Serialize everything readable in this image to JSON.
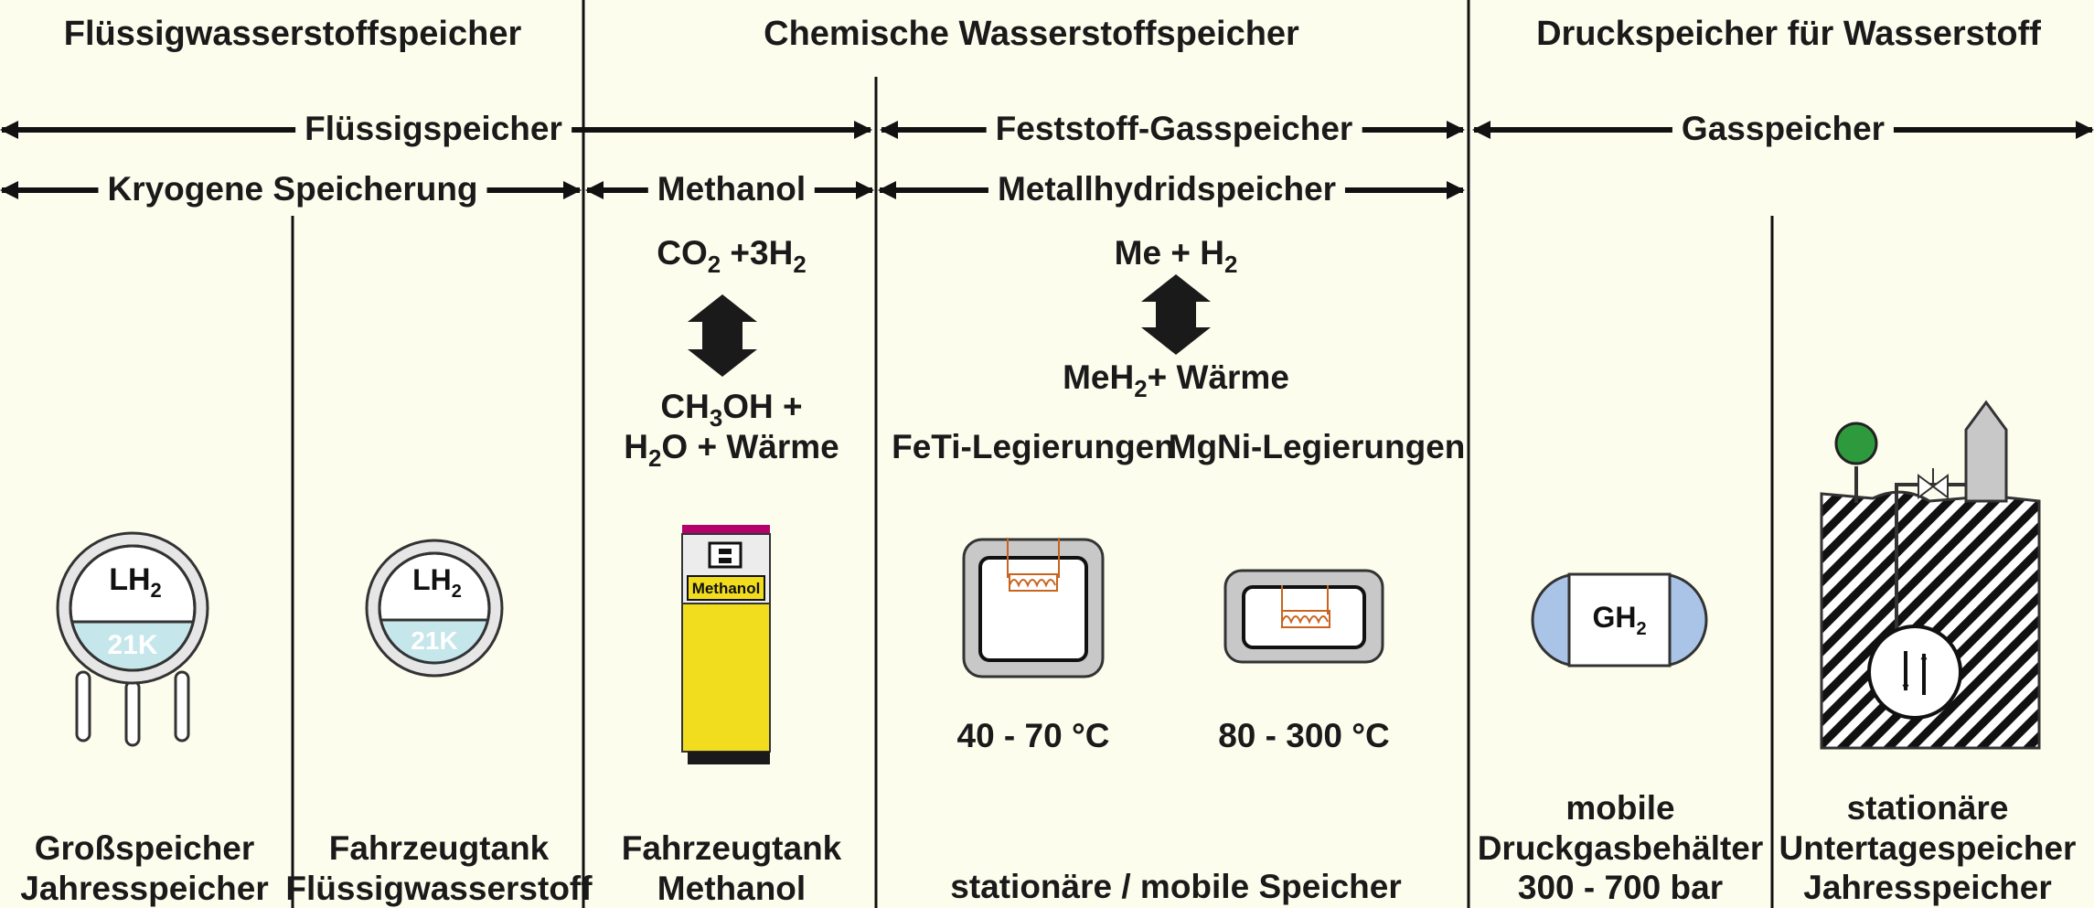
{
  "headers": {
    "liquid": "Flüssigwasserstoffspeicher",
    "chemical": "Chemische Wasserstoffspeicher",
    "pressure": "Druckspeicher für Wasserstoff"
  },
  "arrows": {
    "liquid_storage": "Flüssigspeicher",
    "solid_gas": "Feststoff-Gasspeicher",
    "gas": "Gasspeicher",
    "cryogenic": "Kryogene Speicherung",
    "methanol": "Methanol",
    "metal_hydride": "Metallhydridspeicher"
  },
  "reactions": {
    "methanol_top_a": "CO",
    "methanol_top_b": "2",
    "methanol_top_c": " +3H",
    "methanol_top_d": "2",
    "methanol_bot1_a": "CH",
    "methanol_bot1_b": "3",
    "methanol_bot1_c": "OH +",
    "methanol_bot2_a": "H",
    "methanol_bot2_b": "2",
    "methanol_bot2_c": "O + Wärme",
    "hydride_top_a": "Me + H",
    "hydride_top_b": "2",
    "hydride_bot_a": "MeH",
    "hydride_bot_b": "2",
    "hydride_bot_c": "+ Wärme"
  },
  "alloys": {
    "feti": "FeTi-Legierungen",
    "mgni": "MgNi-Legierungen",
    "feti_temp": "40 - 70 °C",
    "mgni_temp": "80 - 300 °C"
  },
  "icons": {
    "lh2_a": "LH",
    "lh2_b": "2",
    "temp_21k": "21K",
    "gh2_a": "GH",
    "gh2_b": "2",
    "pump_label": "Methanol"
  },
  "captions": {
    "large_storage_1": "Großspeicher",
    "large_storage_2": "Jahresspeicher",
    "vehicle_lh2_1": "Fahrzeugtank",
    "vehicle_lh2_2": "Flüssigwasserstoff",
    "vehicle_meoh_1": "Fahrzeugtank",
    "vehicle_meoh_2": "Methanol",
    "hydride_storage": "stationäre / mobile Speicher",
    "mobile_1": "mobile",
    "mobile_2": "Druckgasbehälter",
    "mobile_3": "300 - 700 bar",
    "stationary_1": "stationäre",
    "stationary_2": "Untertagespeicher",
    "stationary_3": "Jahresspeicher"
  },
  "colors": {
    "background": "#fdfdee",
    "liquid_fill": "#c5e6ea",
    "tank_grey": "#c8c8c8",
    "pump_yellow": "#f2dc1e",
    "pump_magenta": "#b3006b",
    "gas_blue": "#aac4e8",
    "valve_green": "#2e9a3e",
    "coil_orange": "#c8641e"
  }
}
